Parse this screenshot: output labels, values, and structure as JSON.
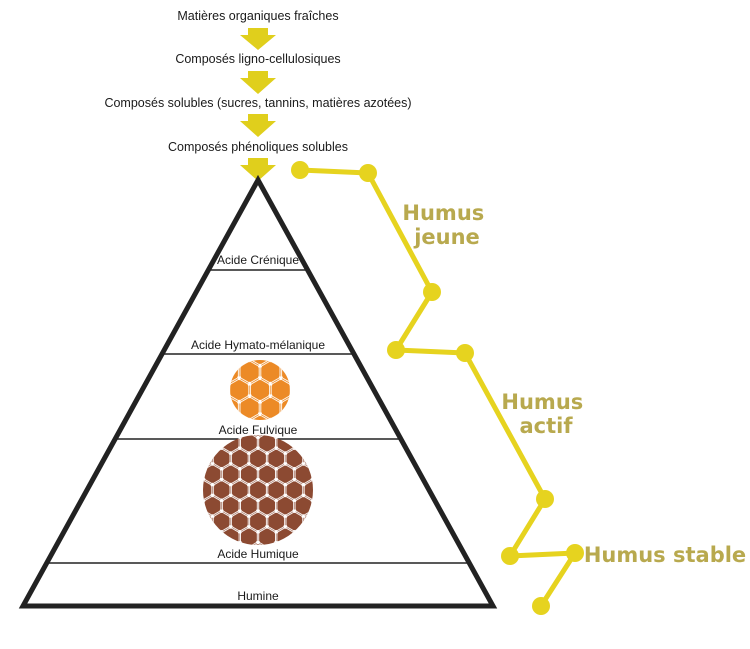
{
  "flow_steps": [
    "Matières organiques fraîches",
    "Composés ligno-cellulosiques",
    "Composés solubles (sucres, tannins, matières azotées)",
    "Composés phénoliques solubles"
  ],
  "pyramid_layers": [
    "Acide Crénique",
    "Acide Hymato-mélanique",
    "Acide Fulvique",
    "Acide Humique",
    "Humine"
  ],
  "humus_stages": {
    "young": [
      "Humus",
      "jeune"
    ],
    "active": [
      "Humus",
      "actif"
    ],
    "stable": [
      "Humus stable"
    ]
  },
  "colors": {
    "arrow": "#e0cf1c",
    "chain": "#e6d31f",
    "humus_text": "#b8a94e",
    "pyramid_outline": "#222222",
    "fulvic_molecule": "#ec8a26",
    "humic_molecule": "#8c4a32"
  },
  "icons": [
    "hexagon-molecule-fulvic",
    "hexagon-molecule-humic",
    "down-arrow"
  ]
}
